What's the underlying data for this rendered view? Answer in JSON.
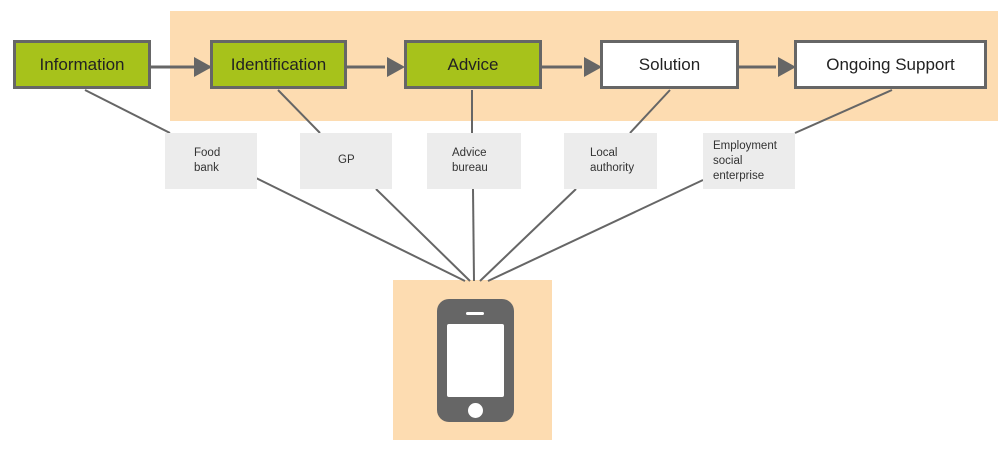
{
  "colors": {
    "band": "#fddcb1",
    "active_stage": "#a7c21b",
    "inactive_stage": "#ffffff",
    "stroke": "#666666",
    "label_box": "#ececec"
  },
  "stages": [
    {
      "label": "Information",
      "status": "active"
    },
    {
      "label": "Identification",
      "status": "active"
    },
    {
      "label": "Advice",
      "status": "active"
    },
    {
      "label": "Solution",
      "status": "inactive"
    },
    {
      "label": "Ongoing Support",
      "status": "inactive"
    }
  ],
  "providers": [
    {
      "lines": [
        "Food",
        "bank"
      ]
    },
    {
      "lines": [
        "GP"
      ]
    },
    {
      "lines": [
        "Advice",
        "bureau"
      ]
    },
    {
      "lines": [
        "Local",
        "authority"
      ]
    },
    {
      "lines": [
        "Employment",
        "social",
        "enterprise"
      ]
    }
  ],
  "hub_icon": "smartphone-icon"
}
